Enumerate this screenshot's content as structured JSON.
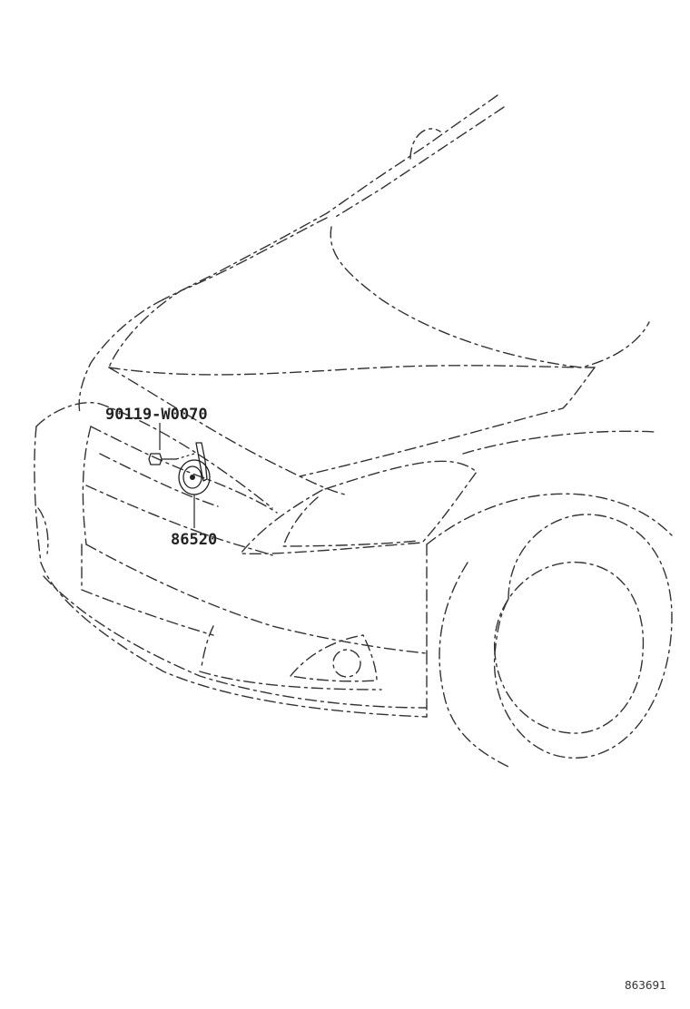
{
  "parts": [
    {
      "part_number": "90119-W0070",
      "item": "bolt"
    },
    {
      "part_number": "86520",
      "item": "horn"
    }
  ],
  "diagram_id": "863691"
}
